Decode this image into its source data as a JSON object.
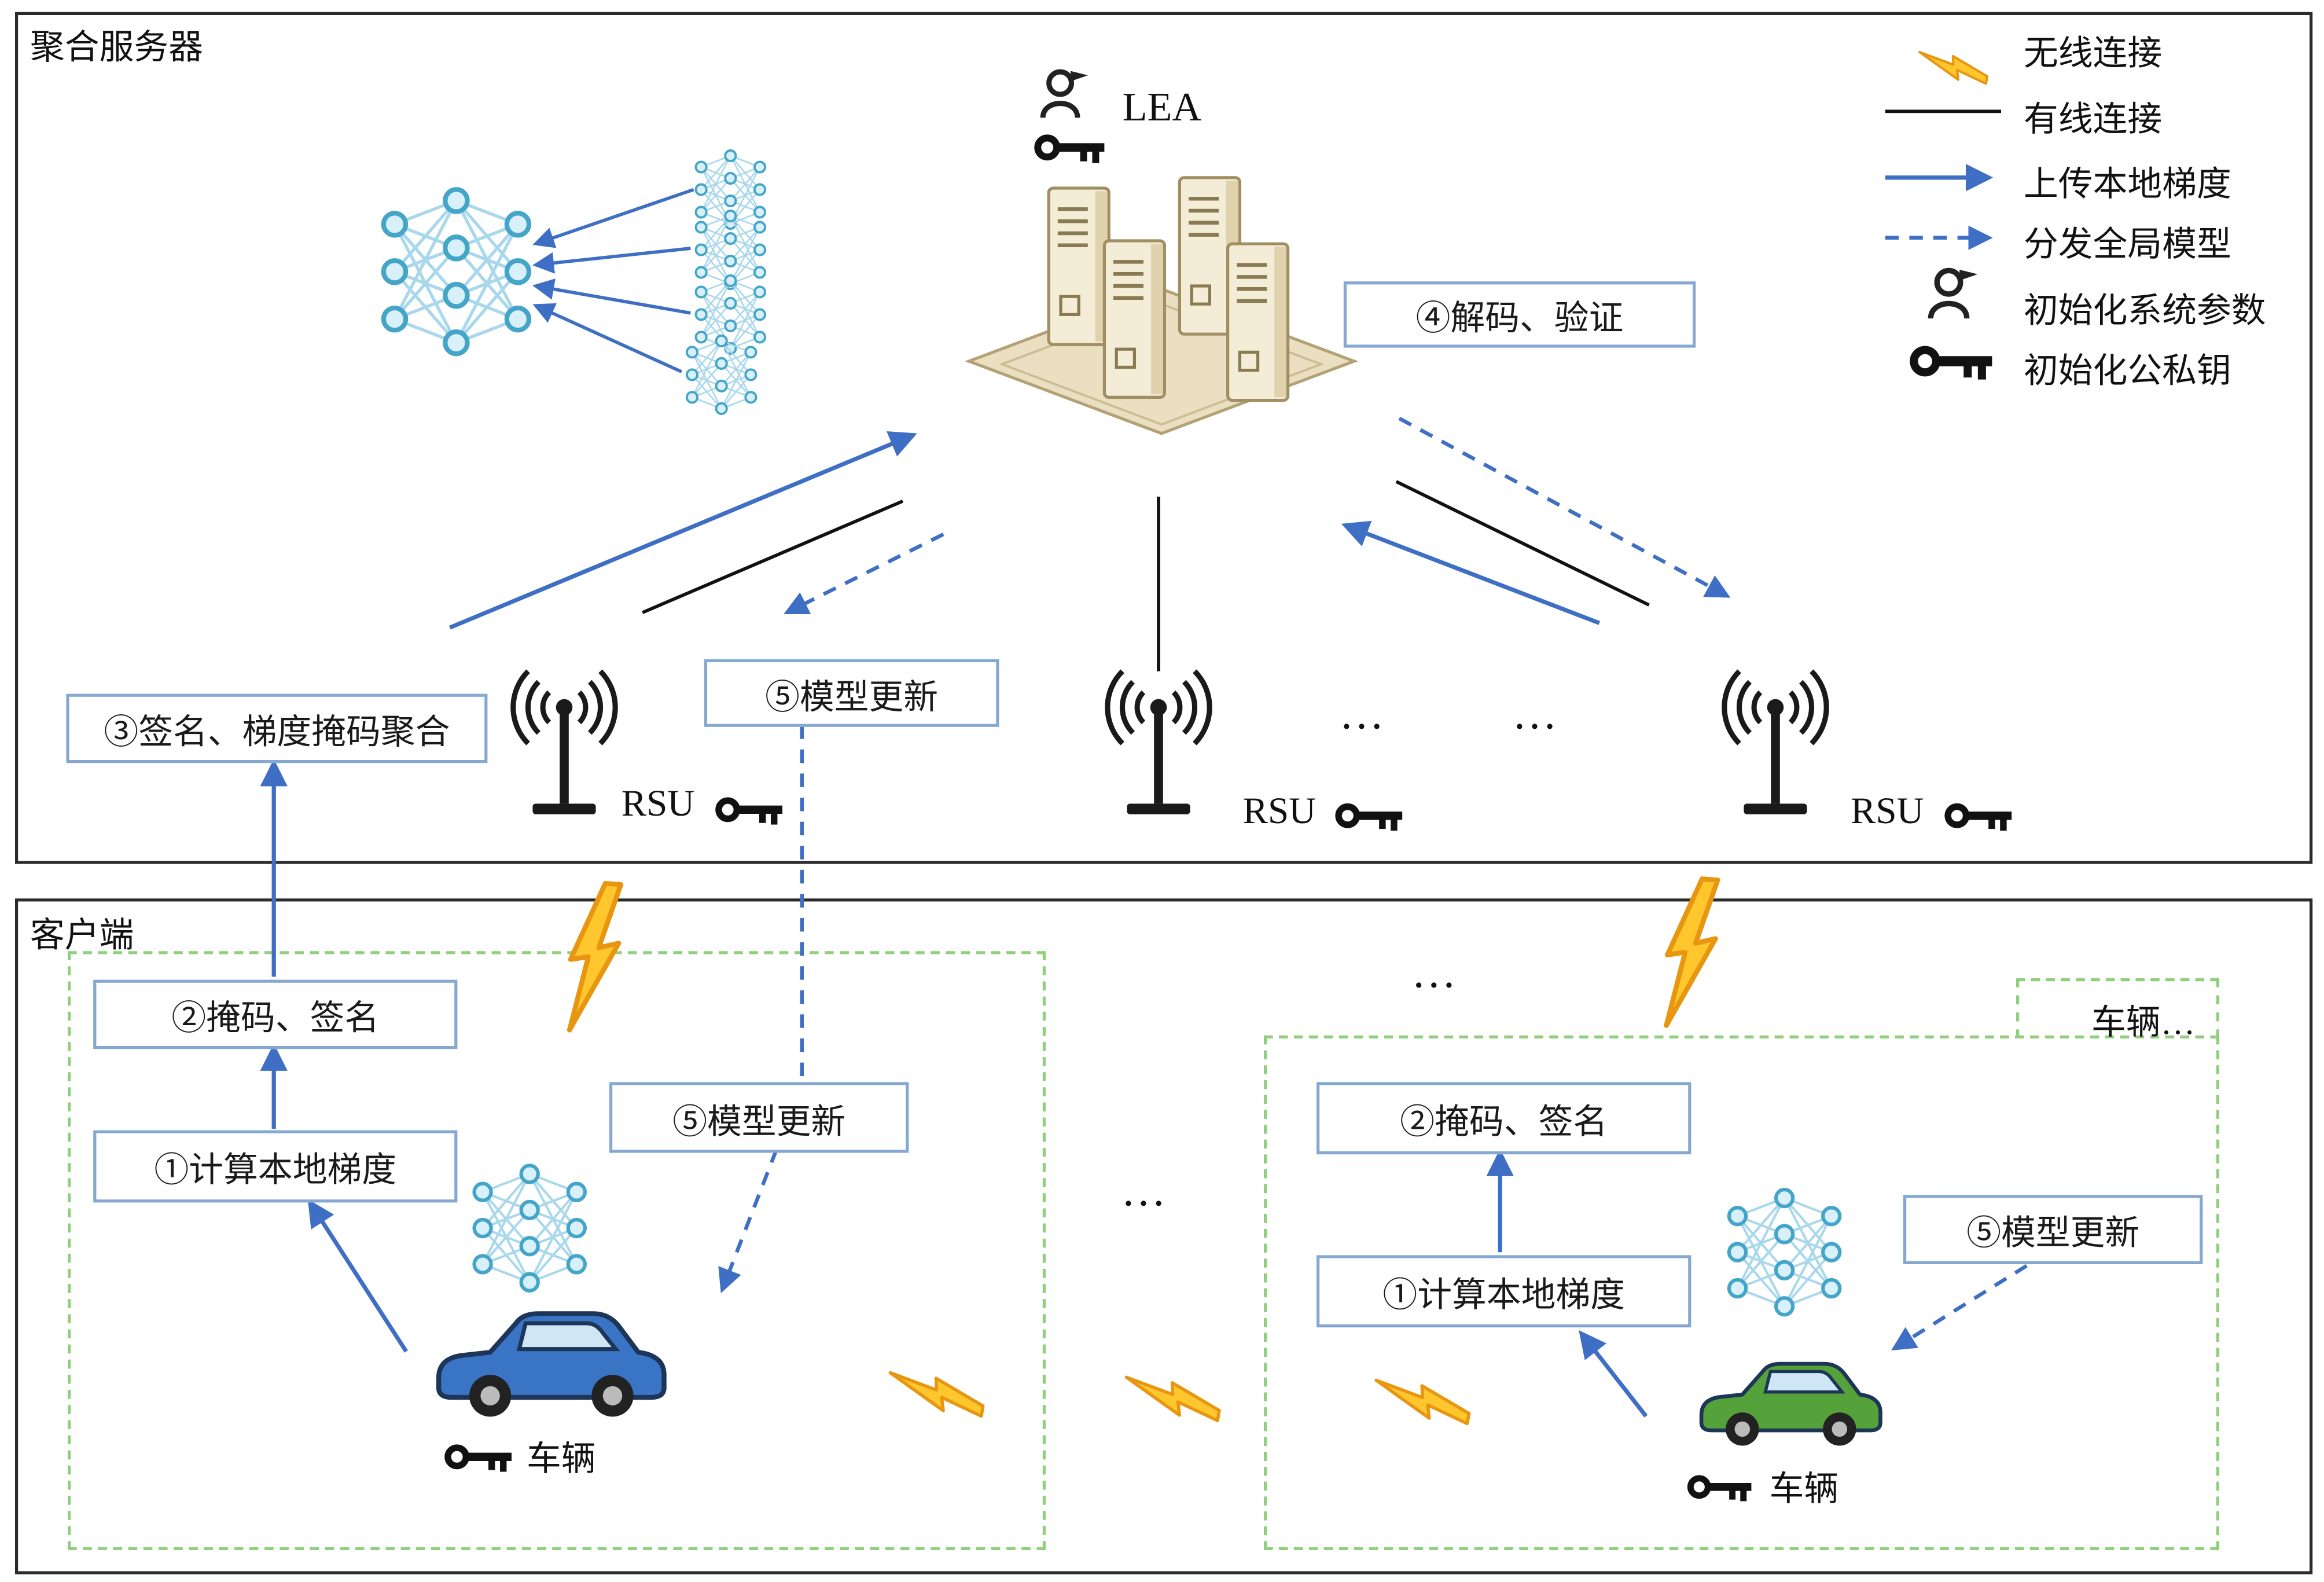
{
  "server_section": {
    "title": "聚合服务器",
    "lea_label": "LEA",
    "decode_verify": "④解码、验证",
    "sign_mask_aggregate": "③签名、梯度掩码聚合",
    "model_update": "⑤模型更新",
    "rsu_labels": [
      "RSU",
      "RSU",
      "RSU"
    ],
    "dots1": "…",
    "dots2": "…"
  },
  "legend": {
    "items": [
      {
        "icon": "lightning-icon",
        "label": "无线连接"
      },
      {
        "icon": "solid-line-icon",
        "label": "有线连接"
      },
      {
        "icon": "solid-arrow-icon",
        "label": "上传本地梯度"
      },
      {
        "icon": "dashed-arrow-icon",
        "label": "分发全局模型"
      },
      {
        "icon": "person-icon",
        "label": "初始化系统参数"
      },
      {
        "icon": "key-icon",
        "label": "初始化公私钥"
      }
    ]
  },
  "client_section": {
    "title": "客户端",
    "dots_top": "…",
    "dots_mid": "…",
    "left_group": {
      "mask_sign": "②掩码、签名",
      "compute_gradient": "①计算本地梯度",
      "model_update": "⑤模型更新",
      "vehicle": "车辆"
    },
    "right_group": {
      "header": "车辆…",
      "mask_sign": "②掩码、签名",
      "compute_gradient": "①计算本地梯度",
      "model_update": "⑤模型更新",
      "vehicle": "车辆"
    }
  },
  "colors": {
    "arrow_blue": "#3f6fc4",
    "box_border_blue": "#85a8d0",
    "green_dashed": "#8fcf7e",
    "lightning_yellow": "#FFC62E",
    "network_blue": "#45a5c8",
    "server_tan": "#F3ECD6"
  }
}
